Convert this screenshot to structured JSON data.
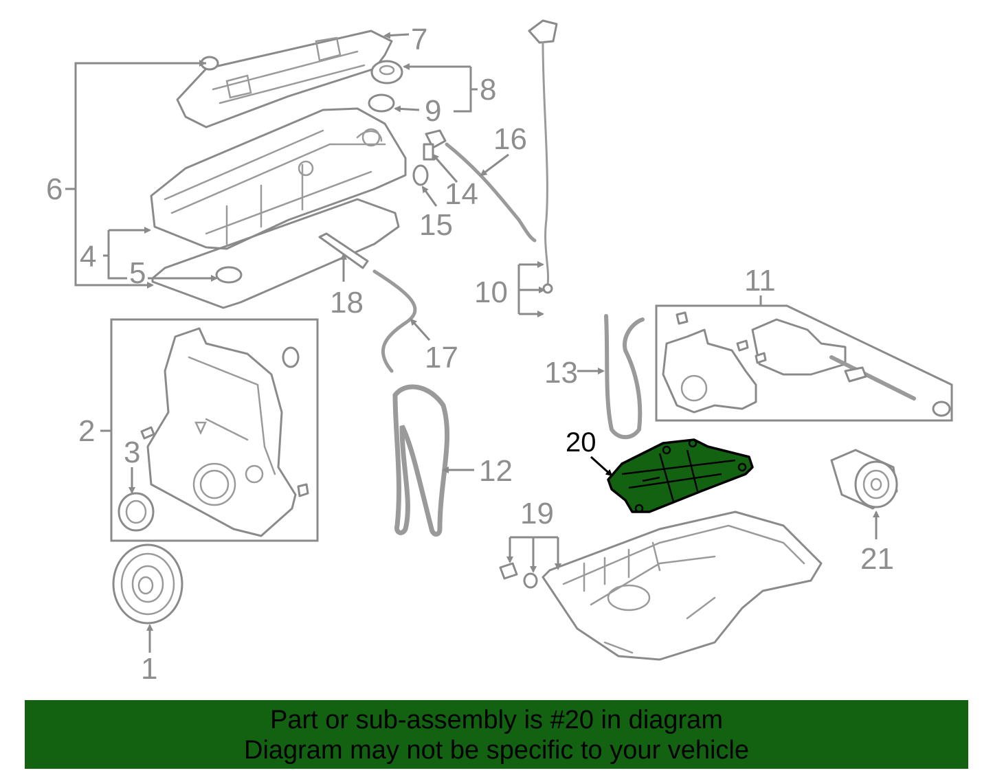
{
  "diagram": {
    "highlight_color": "#126212",
    "line_color": "#8a8a8a",
    "callouts": {
      "c1": "1",
      "c2": "2",
      "c3": "3",
      "c4": "4",
      "c5": "5",
      "c6": "6",
      "c7": "7",
      "c8": "8",
      "c9": "9",
      "c10": "10",
      "c11": "11",
      "c12": "12",
      "c13": "13",
      "c14": "14",
      "c15": "15",
      "c16": "16",
      "c17": "17",
      "c18": "18",
      "c19": "19",
      "c20": "20",
      "c21": "21"
    }
  },
  "banner": {
    "line1": "Part or sub-assembly is #20 in diagram",
    "line2": "Diagram may not be specific to your vehicle",
    "background": "#126212"
  }
}
